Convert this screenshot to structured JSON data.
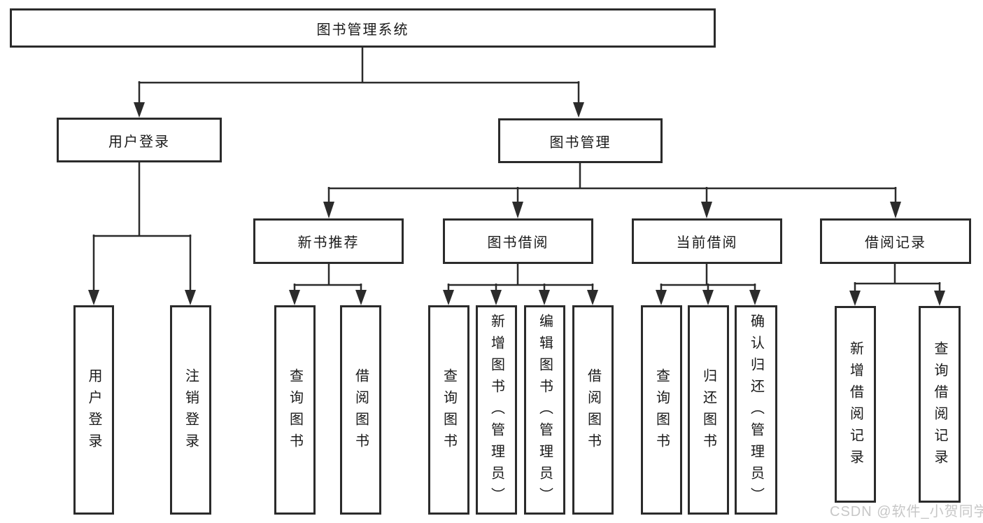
{
  "diagram_title": "图书管理系统",
  "watermark": "CSDN @软件_小贺同学",
  "colors": {
    "line": "#2b2b2b",
    "box_border": "#2b2b2b",
    "box_background": "#ffffff",
    "text": "#1a1a1a",
    "watermark": "#c7c7c7"
  },
  "tree": {
    "root": "图书管理系统",
    "children": [
      {
        "label": "用户登录",
        "children": [
          "用户登录",
          "注销登录"
        ]
      },
      {
        "label": "图书管理",
        "children": [
          {
            "label": "新书推荐",
            "children": [
              "查询图书",
              "借阅图书"
            ]
          },
          {
            "label": "图书借阅",
            "children": [
              "查询图书",
              "新增图书（管理员）",
              "编辑图书（管理员）",
              "借阅图书"
            ]
          },
          {
            "label": "当前借阅",
            "children": [
              "查询图书",
              "归还图书",
              "确认归还（管理员）"
            ]
          },
          {
            "label": "借阅记录",
            "children": [
              "新增借阅记录",
              "查询借阅记录"
            ]
          }
        ]
      }
    ]
  }
}
